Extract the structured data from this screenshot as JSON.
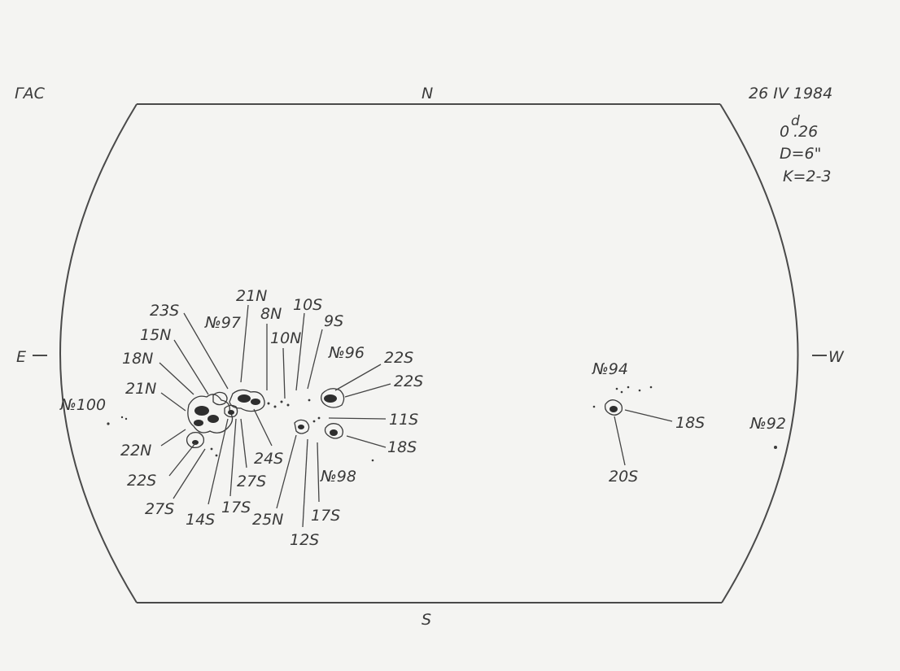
{
  "observatory": "ГАС",
  "date": "26 IV 1984",
  "time_main": "0",
  "time_sup": "d",
  "time_frac": ".26",
  "seeing": "D=6\"",
  "quality": "K=2-3",
  "directions": {
    "north": "N",
    "south": "S",
    "east": "E",
    "west": "W"
  },
  "groups": {
    "g100": "№100",
    "g97": "№97",
    "g96": "№96",
    "g94": "№94",
    "g92": "№92",
    "g98": "№98"
  },
  "annotations": {
    "a23S": "23S",
    "a15N": "15N",
    "a18N": "18N",
    "a21N_left": "21N",
    "a22N": "22N",
    "a22S_left": "22S",
    "a27S_left": "27S",
    "a14S": "14S",
    "a17S_left": "17S",
    "a27S_mid": "27S",
    "a24S": "24S",
    "a25N": "25N",
    "a12S": "12S",
    "a17S_right": "17S",
    "a21N_top": "21N",
    "a8N": "8N",
    "a10N": "10N",
    "a10S": "10S",
    "a9S": "9S",
    "a22S_upper": "22S",
    "a22S_lower": "22S",
    "a11S": "11S",
    "a18S_left": "18S",
    "a18S_right": "18S",
    "a20S": "20S"
  }
}
